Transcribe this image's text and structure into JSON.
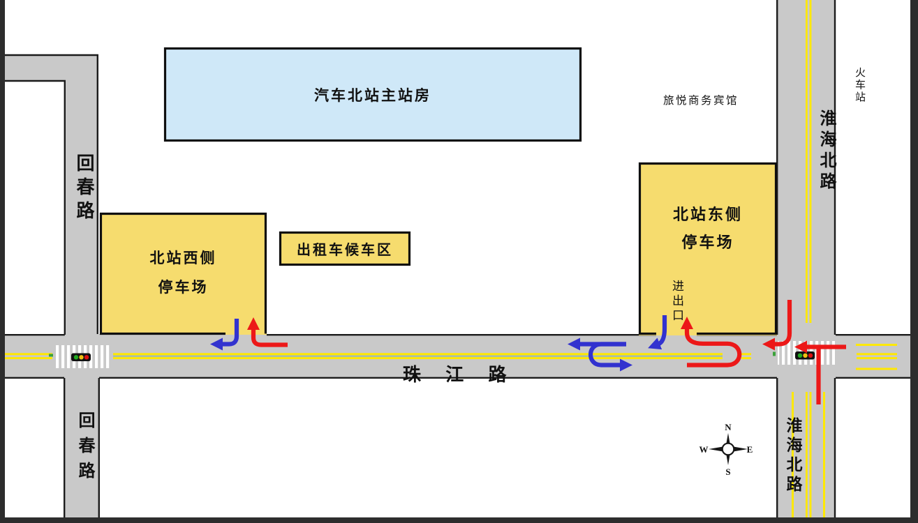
{
  "buildings": {
    "main_station": {
      "label": "汽车北站主站房"
    },
    "west_parking": {
      "line1": "北站西侧",
      "line2": "停车场"
    },
    "taxi_zone": {
      "label": "出租车候车区"
    },
    "east_parking": {
      "line1": "北站东侧",
      "line2": "停车场"
    },
    "entrance_exit": {
      "label": "进出口"
    }
  },
  "roads": {
    "zhujiang": {
      "label": "珠 江 路"
    },
    "huichun_north": {
      "label": "回春路"
    },
    "huichun_south": {
      "label": "回春路"
    },
    "huaihai_north": {
      "label": "淮海北路"
    },
    "huaihai_south": {
      "label": "淮海北路"
    }
  },
  "pois": {
    "hotel": {
      "label": "旅悦商务宾馆"
    },
    "train_station": {
      "label": "火车站"
    }
  },
  "compass": {
    "north": "N",
    "south": "S",
    "east": "E",
    "west": "W"
  },
  "colors": {
    "road_fill": "#c9c9c9",
    "road_edge": "#1b1b1b",
    "parking_fill": "#f6dc6e",
    "station_fill": "#cfe8f8",
    "lane_marking_yellow": "#ffe800",
    "center_gap_green": "#aabfa6",
    "crosswalk_white": "#ffffff",
    "entry_route_red": "#ec1818",
    "exit_route_blue": "#3232cf",
    "signal_green": "#22aa22",
    "signal_amber": "#f0c010",
    "signal_red": "#dd1111"
  }
}
